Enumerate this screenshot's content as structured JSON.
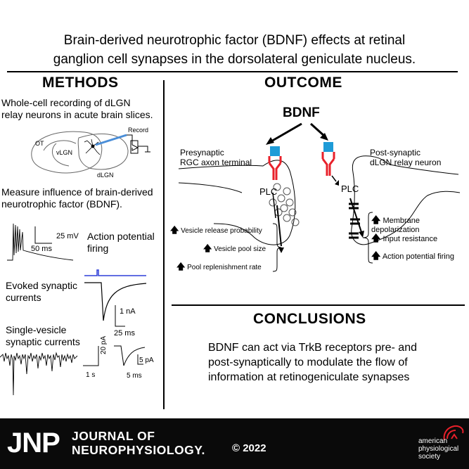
{
  "title": {
    "line1": "Brain-derived neurotrophic factor (BDNF) effects at retinal",
    "line2": "ganglion cell synapses in the dorsolateral geniculate nucleus."
  },
  "methods": {
    "heading": "METHODS",
    "item1_line1": "Whole-cell recording of dLGN",
    "item1_line2": "relay neurons in acute brain slices.",
    "slice_labels": {
      "ot": "OT",
      "vlgn": "vLGN",
      "dlgn": "dLGN",
      "record": "Record"
    },
    "item2_line1": "Measure influence of brain-derived",
    "item2_line2": "neurotrophic factor (BDNF).",
    "ap_scale_v": "25 mV",
    "ap_scale_t": "50 ms",
    "ap_label_line1": "Action potential",
    "ap_label_line2": "firing",
    "evoked_line1": "Evoked synaptic",
    "evoked_line2": "currents",
    "evoked_scale_i": "1 nA",
    "evoked_scale_t": "25 ms",
    "single_line1": "Single-vesicle",
    "single_line2": "synaptic currents",
    "single_scale_i": "20 pA",
    "single_scale_t": "1 s",
    "mini_scale_i": "5 pA",
    "mini_scale_t": "5 ms"
  },
  "outcome": {
    "heading": "OUTCOME",
    "bdnf": "BDNF",
    "pre_line1": "Presynaptic",
    "pre_line2": "RGC axon terminal",
    "post_line1": "Post-synaptic",
    "post_line2": "dLGN relay neuron",
    "plc_pre": "PLC",
    "plc_post": "PLC",
    "pre_effects": [
      "Vesicle release probability",
      "Vesicle pool size",
      "Pool replenishment rate"
    ],
    "post_effects": [
      "Membrane depolarization",
      "Input resistance",
      "Action potential firing"
    ]
  },
  "conclusions": {
    "heading": "CONCLUSIONS",
    "line1": "BDNF can act via TrkB receptors pre- and",
    "line2": "post-synaptically to modulate the flow of",
    "line3": "information at retinogeniculate synapses"
  },
  "footer": {
    "jnp": "JNP",
    "journal_line1": "JOURNAL OF",
    "journal_line2": "NEUROPHYSIOLOGY.",
    "copyright": "© 2022",
    "society_line1": "american",
    "society_line2": "physiological",
    "society_line3": "society"
  },
  "colors": {
    "receptor_red": "#e8202a",
    "bdnf_blue": "#1e9bd7",
    "trace_blue": "#2f3fd8",
    "footer_bg": "#0a0a0a"
  }
}
